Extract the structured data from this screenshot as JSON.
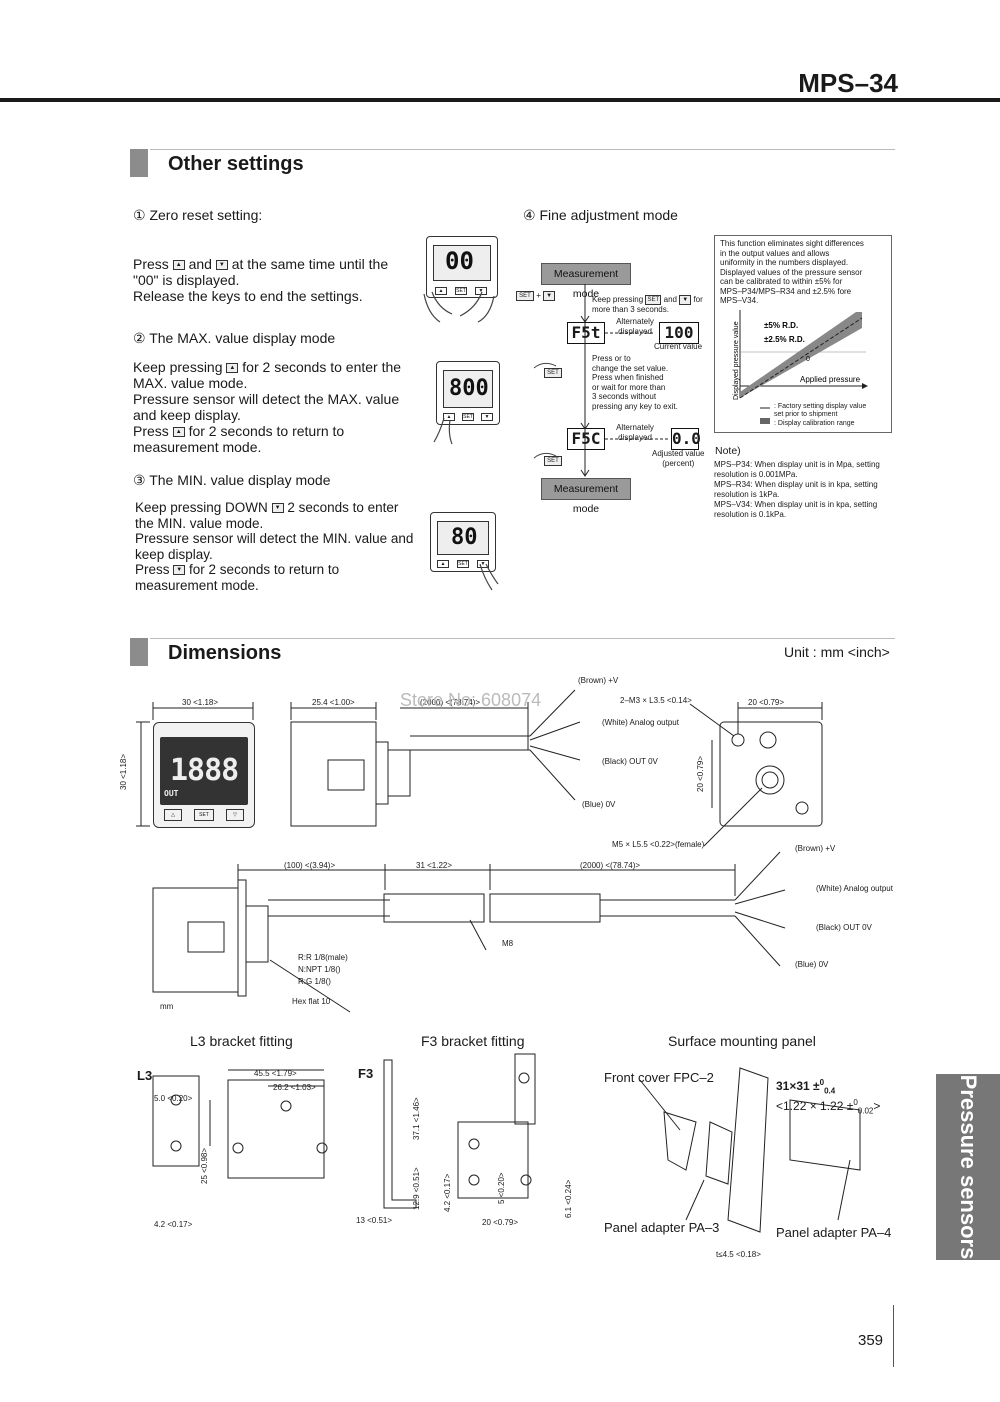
{
  "header": {
    "model": "MPS–34"
  },
  "sections": {
    "other_settings": "Other settings",
    "dimensions": "Dimensions"
  },
  "zero": {
    "title": "① Zero reset setting:",
    "p1": "Press",
    "p2": "and",
    "p3": "at the same time until the",
    "p4": "\"00\" is displayed.",
    "p5": "Release the keys to end the settings.",
    "display": "00"
  },
  "max": {
    "title": "②  The MAX. value display mode",
    "p1": "Keep pressing",
    "p2": "for 2 seconds to enter the",
    "p3": "MAX. value mode.",
    "p4": "Pressure sensor will detect the MAX. value",
    "p5": "and keep display.",
    "p6": "Press",
    "p7": "for 2 seconds to return to",
    "p8": "measurement mode.",
    "display": "800"
  },
  "min": {
    "title": "③ The MIN. value display mode",
    "p1": "Keep pressing DOWN",
    "p2": "2 seconds to enter",
    "p3": "the MIN. value mode.",
    "p4": "Pressure sensor will detect the MIN. value and",
    "p5": "keep display.",
    "p6": "Press",
    "p7": "for 2 seconds to return to",
    "p8": "measurement mode.",
    "display": "80"
  },
  "fine": {
    "title": "④ Fine adjustment mode",
    "meas1": "Measurement mode",
    "meas2": "Measurement mode",
    "keep": "Keep pressing",
    "keep2": "and",
    "keep3": "for",
    "keep4": "more than 3 seconds.",
    "alt1": "Alternately\ndisplayed",
    "alt2": "Alternately\ndisplayed",
    "fst": "F5t",
    "fsc": "F5C",
    "current": "100",
    "current_label": "Current value",
    "adjusted": "0.0",
    "adjusted_label": "Adjusted value\n(percent)",
    "press_text": "Press      or      to\nchange the set value.\nPress       when finished\nor wait for more than\n3 seconds without\npressing any key to exit.",
    "set_plus": "SET + ▼",
    "set": "SET"
  },
  "info": {
    "text": "This function eliminates sight differences\nin the output values and allows\nuniformity in the numbers displayed.\nDisplayed values of the pressure sensor\ncan be calibrated to within ±5% for\nMPS–P34/MPS–R34 and ±2.5% fore\nMPS–V34.",
    "r1": "±5% R.D.",
    "r2": "±2.5% R.D.",
    "ylabel": "Displayed pressure value",
    "xlabel": "Applied pressure",
    "zero": "0",
    "leg1": ": Factory setting display value\n  set prior to shipment",
    "leg2": ": Display calibration range"
  },
  "note": {
    "title": "Note)",
    "text": "MPS–P34: When display unit is in Mpa, setting\nresolution is 0.001MPa.\nMPS–R34: When display unit is in kpa, setting\nresolution is 1kPa.\nMPS–V34: When display unit is in kpa, setting\nresolution is 0.1kPa."
  },
  "dims": {
    "unit": "Unit : mm <inch>",
    "w30": "30 <1.18>",
    "h30": "30 <1.18>",
    "d25": "25.4 <1.00>",
    "l2000": "(2000) <(78.74)>",
    "m3": "2–M3 × L3.5 <0.14>",
    "w20": "20 <0.79>",
    "h20": "20 <0.79>",
    "brown": "(Brown) +V",
    "white": "(White) Analog output",
    "black": "(Black) OUT 0V",
    "blue": "(Blue) 0V",
    "m5": "M5 × L5.5 <0.22>(female)",
    "l100": "(100) <(3.94)>",
    "l31": "31 <1.22>",
    "l2000b": "(2000) <(78.74)>",
    "m8": "M8",
    "r1": "R:R 1/8(male)",
    "r2": "N:NPT 1/8()",
    "r3": "R:G 1/8()",
    "hex": "Hex flat 10",
    "mm": "mm",
    "device_display": "1888",
    "device_out": "OUT",
    "set": "SET"
  },
  "watermark": "Store No: 608074",
  "brackets": {
    "l3_title": "L3 bracket fitting",
    "f3_title": "F3 bracket fitting",
    "panel_title": "Surface mounting panel",
    "l3": "L3",
    "f3": "F3",
    "l3_45": "45.5 <1.79>",
    "l3_26": "26.2 <1.03>",
    "l3_5": "5.0 <0.20>",
    "l3_25": "25 <0.98>",
    "l3_42": "4.2 <0.17>",
    "f3_37": "37.1 <1.46>",
    "f3_12": "12.9 <0.51>",
    "f3_13": "13 <0.51>",
    "f3_42": "4.2 <0.17>",
    "f3_5": "5 <0.20>",
    "f3_20": "20 <0.79>",
    "f3_61": "6.1 <0.24>",
    "front": "Front cover FPC–2",
    "cut1": "31×31",
    "cut2": "<1.22 × 1.22",
    "pa3": "Panel adapter PA–3",
    "pa4": "Panel adapter PA–4",
    "t45": "t≤4.5 <0.18>",
    "tol_hi": "0",
    "tol_lo": "0.4",
    "tol_lo2": "0.02"
  },
  "side_tab": "Pressure sensors",
  "page_number": "359"
}
